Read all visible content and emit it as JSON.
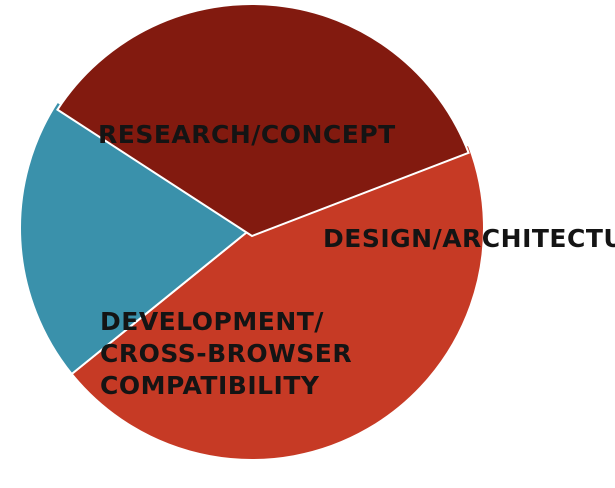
{
  "chart_data": {
    "type": "pie",
    "title": "",
    "slices": [
      {
        "label_lines": [
          "RESEARCH/CONCEPT"
        ],
        "value": 45,
        "color": "#c63a25"
      },
      {
        "label_lines": [
          "DESIGN/ARCHITECTURE"
        ],
        "value": 20,
        "color": "#3a91ab"
      },
      {
        "label_lines": [
          "DEVELOPMENT/",
          "CROSS-BROWSER",
          "COMPATIBILITY"
        ],
        "value": 35,
        "color": "#821a0f"
      }
    ],
    "exploded": true,
    "legend": "none"
  }
}
